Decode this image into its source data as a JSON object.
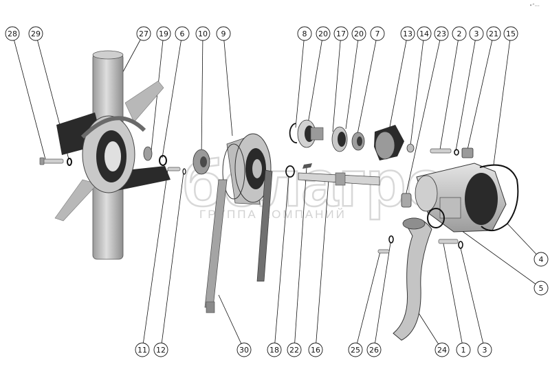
{
  "watermark": {
    "logo_text": "белагро",
    "tagline": "ГРУППА КОМПАНИЙ"
  },
  "corner_mark": "•“––",
  "callouts": {
    "top": [
      "28",
      "29",
      "27",
      "19",
      "6",
      "10",
      "9",
      "8",
      "20",
      "17",
      "20",
      "7",
      "13",
      "14",
      "23",
      "2",
      "3",
      "21",
      "15"
    ],
    "bottom": [
      "11",
      "12",
      "30",
      "18",
      "22",
      "16",
      "25",
      "26",
      "24",
      "1",
      "3"
    ],
    "right": [
      "4",
      "5"
    ]
  },
  "colors": {
    "ink": "#111111",
    "part_light": "#d6d6d6",
    "part_mid": "#a9a9a9",
    "part_dark": "#262626",
    "watermark": "#d8d8d8"
  }
}
